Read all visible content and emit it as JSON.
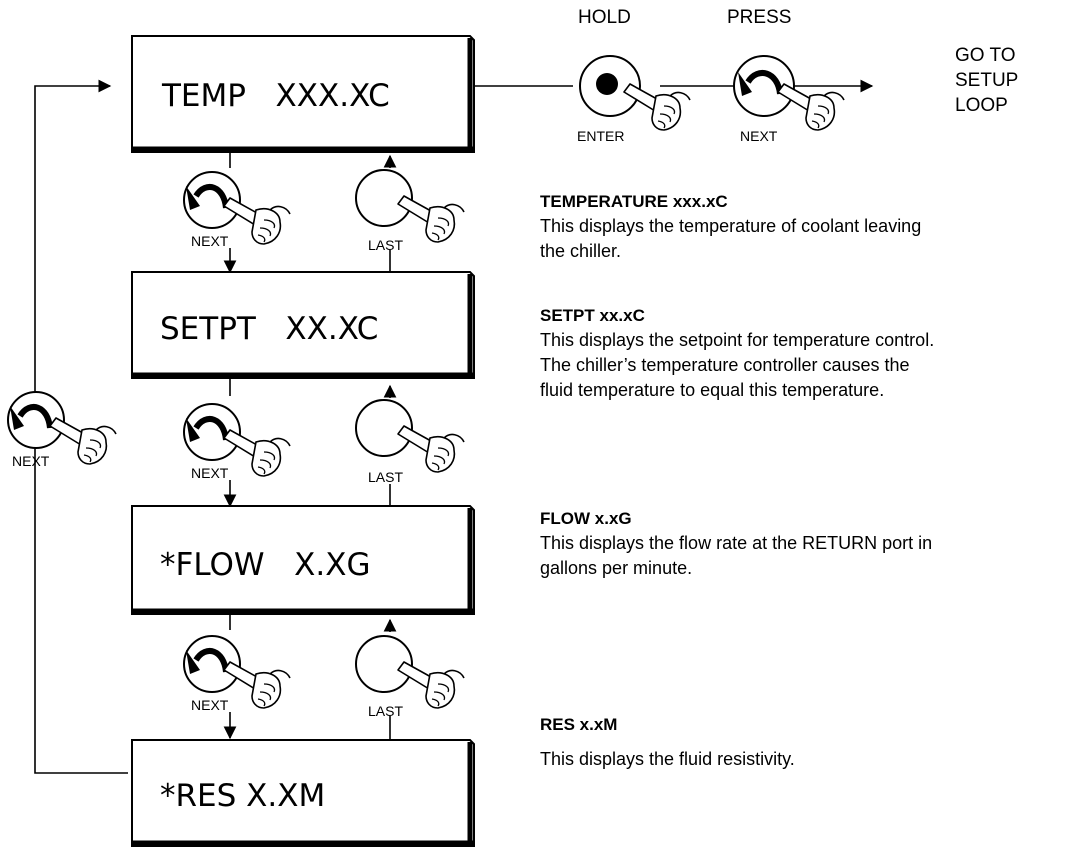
{
  "displays": [
    {
      "text": "TEMP   XXX.XC"
    },
    {
      "text": "SETPT   XX.XC"
    },
    {
      "text": "*FLOW   X.XG"
    },
    {
      "text": "*RES X.XM"
    }
  ],
  "buttons": {
    "next_label": "NEXT",
    "last_label": "LAST",
    "enter_label": "ENTER"
  },
  "top": {
    "hold": "HOLD",
    "press": "PRESS",
    "goto_lines": [
      "GO TO",
      "SETUP",
      "LOOP"
    ]
  },
  "descriptions": [
    {
      "heading": "TEMPERATURE xxx.xC",
      "lines": [
        "This displays the temperature of coolant leaving",
        "the chiller."
      ]
    },
    {
      "heading": "SETPT xx.xC",
      "lines": [
        "This displays the setpoint for temperature control.",
        "The chiller’s temperature controller causes the",
        "fluid temperature to equal this temperature."
      ]
    },
    {
      "heading": "FLOW x.xG",
      "lines": [
        "This displays the flow rate at the RETURN port in",
        "gallons per minute."
      ]
    },
    {
      "heading": "RES x.xM",
      "lines": [
        "This displays the fluid resistivity."
      ]
    }
  ]
}
